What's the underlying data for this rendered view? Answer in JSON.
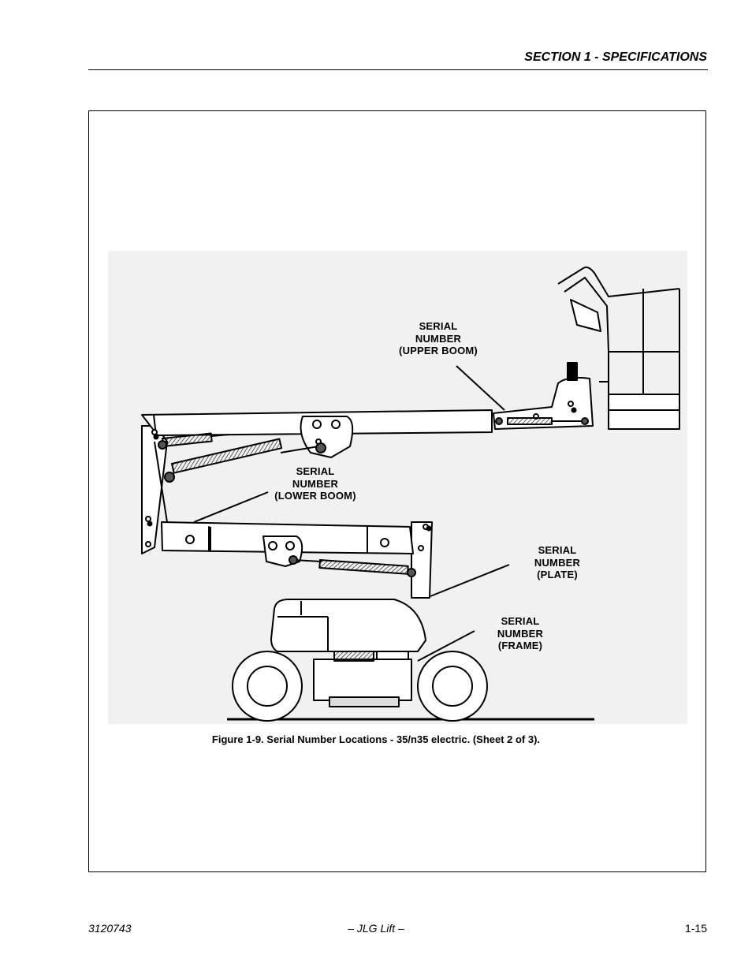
{
  "header": {
    "section_title": "SECTION 1 - SPECIFICATIONS"
  },
  "figure": {
    "callouts": {
      "upper_boom": {
        "line1": "SERIAL",
        "line2": "NUMBER",
        "line3": "(UPPER BOOM)"
      },
      "lower_boom": {
        "line1": "SERIAL",
        "line2": "NUMBER",
        "line3": "(LOWER BOOM)"
      },
      "plate": {
        "line1": "SERIAL",
        "line2": "NUMBER",
        "line3": "(PLATE)"
      },
      "frame": {
        "line1": "SERIAL",
        "line2": "NUMBER",
        "line3": "(FRAME)"
      }
    },
    "caption": "Figure 1-9.  Serial Number Locations - 35/n35 electric. (Sheet 2 of 3)."
  },
  "footer": {
    "doc_number": "3120743",
    "center": "– JLG Lift –",
    "page_number": "1-15"
  }
}
